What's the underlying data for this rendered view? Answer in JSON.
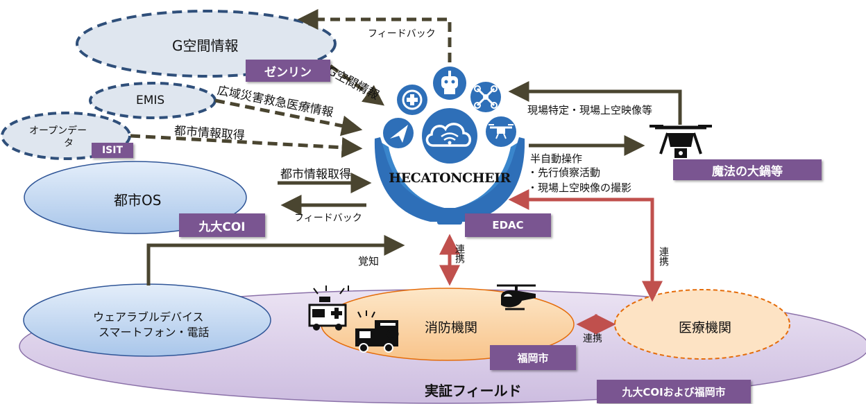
{
  "nodes": {
    "g_space": "G空間情報",
    "emis": "EMIS",
    "open_data_1": "オープンデー",
    "open_data_2": "タ",
    "city_os": "都市OS",
    "wearable_1": "ウェアラブルデバイス",
    "wearable_2": "スマートフォン・電話",
    "fire": "消防機関",
    "medical": "医療機関",
    "field": "実証フィールド",
    "hub_logo": "HECATONCHEIR"
  },
  "badges": {
    "zenrin": "ゼンリン",
    "isit": "ISIT",
    "kyudai_coi": "九大COI",
    "edac": "EDAC",
    "fukuoka": "福岡市",
    "kyudai_fukuoka": "九大COIおよび福岡市",
    "mahou": "魔法の大鍋等"
  },
  "edges": {
    "feedback_top": "フィードバック",
    "g_space_info": "G空間情報",
    "emis_info": "広域災害救急医療情報",
    "city_info_1": "都市情報取得",
    "city_info_2": "都市情報取得",
    "feedback_city": "フィードバック",
    "awareness": "覚知",
    "drone_up": "現場特定・現場上空映像等",
    "drone_ops_title": "半自動操作",
    "drone_ops_1": "・先行偵察活動",
    "drone_ops_2": "・現場上空映像の撮影",
    "link_1": "連携",
    "link_2": "連携",
    "link_3": "連携"
  },
  "colors": {
    "arrow_dark": "#4a4530",
    "arrow_red": "#c0504d",
    "badge_purple": "#7a5591",
    "ellipse_blue": "#cfe0f4",
    "ellipse_orange": "#fbd5a8",
    "ellipse_purple": "#e3d8ee",
    "hub_blue": "#2e6fb8"
  },
  "icons": [
    "medical-cross-icon",
    "robot-icon",
    "drone-top-icon",
    "paper-plane-icon",
    "cloud-wifi-icon",
    "quadcopter-icon",
    "ambulance-icon",
    "fire-truck-icon",
    "helicopter-icon",
    "drone-icon"
  ]
}
